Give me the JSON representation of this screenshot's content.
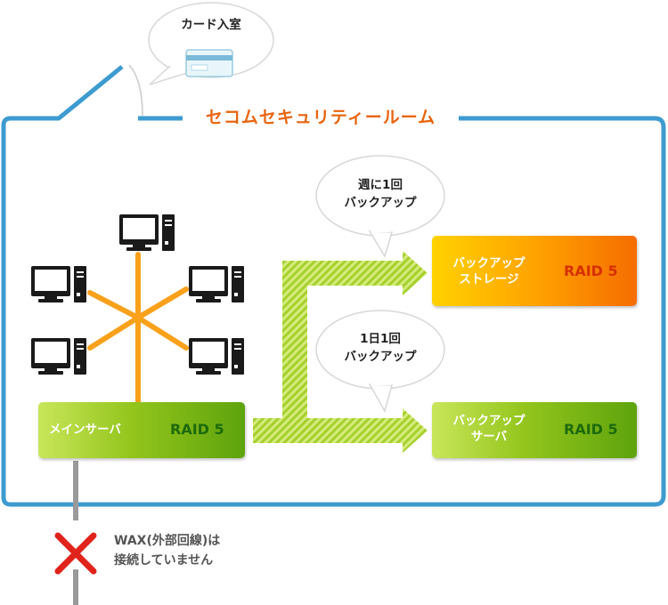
{
  "room": {
    "title": "セコムセキュリティールーム"
  },
  "card_bubble": {
    "label": "カード入室"
  },
  "weekly_bubble": {
    "lines": [
      "週に1回",
      "バックアップ"
    ]
  },
  "daily_bubble": {
    "lines": [
      "1日1回",
      "バックアップ"
    ]
  },
  "main_server": {
    "label": "メインサーバ",
    "raid": "RAID 5"
  },
  "backup_storage": {
    "lines": [
      "バックアップ",
      "ストレージ"
    ],
    "raid": "RAID 5"
  },
  "backup_server": {
    "lines": [
      "バックアップ",
      "サーバ"
    ],
    "raid": "RAID 5"
  },
  "wan_notice": {
    "lines": [
      "WAX(外部回線)は",
      "接続していません"
    ]
  },
  "colors": {
    "room_border": "#3d9bd0",
    "title": "#e8650f",
    "network_line": "#f9a11b",
    "cross": "#e0241b",
    "green_server": "#7fb81a",
    "orange_storage": "#ff9a00"
  }
}
